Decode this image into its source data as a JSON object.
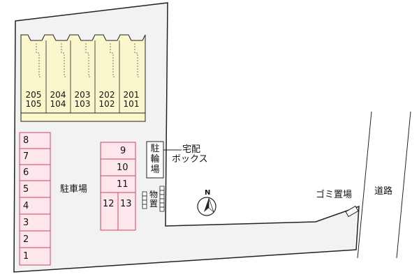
{
  "building": {
    "units": [
      {
        "upper": "205",
        "lower": "105"
      },
      {
        "upper": "204",
        "lower": "104"
      },
      {
        "upper": "203",
        "lower": "103"
      },
      {
        "upper": "202",
        "lower": "102"
      },
      {
        "upper": "201",
        "lower": "101"
      }
    ]
  },
  "parking": {
    "label": "駐車場",
    "left_column": [
      "8",
      "7",
      "6",
      "5",
      "4",
      "3",
      "2",
      "1"
    ],
    "center_column": [
      "9",
      "10",
      "11"
    ],
    "bottom_pair": [
      "12",
      "13"
    ]
  },
  "bicycle_parking": {
    "chars": [
      "駐",
      "輪",
      "場"
    ]
  },
  "delivery_box": {
    "line1": "宅配",
    "line2": "ボックス"
  },
  "storage": {
    "chars": [
      "物",
      "置"
    ]
  },
  "compass": {
    "label": "N"
  },
  "garbage": {
    "label": "ゴミ置場"
  },
  "road": {
    "label": "道路"
  },
  "colors": {
    "lot_fill": "#f2f2f2",
    "building_fill": "#fbf7cc",
    "parking_fill": "#fde6ec",
    "parking_stroke": "#d4415f",
    "outline": "#222222"
  }
}
